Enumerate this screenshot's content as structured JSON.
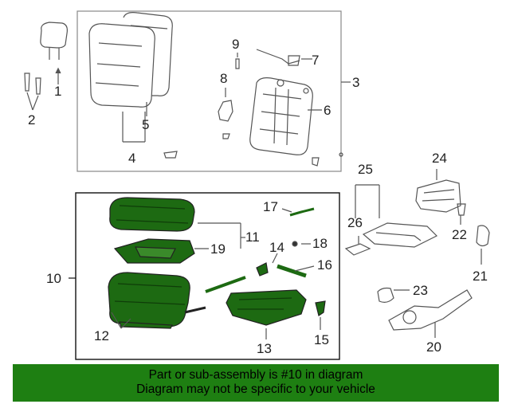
{
  "callouts": {
    "c1": "1",
    "c2": "2",
    "c3": "3",
    "c4": "4",
    "c5": "5",
    "c6": "6",
    "c7": "7",
    "c8": "8",
    "c9": "9",
    "c10": "10",
    "c11": "11",
    "c12": "12",
    "c13": "13",
    "c14": "14",
    "c15": "15",
    "c16": "16",
    "c17": "17",
    "c18": "18",
    "c19": "19",
    "c20": "20",
    "c21": "21",
    "c22": "22",
    "c23": "23",
    "c24": "24",
    "c25": "25",
    "c26": "26"
  },
  "footer": {
    "line1": "Part or sub-assembly is #10 in diagram",
    "line2": "Diagram may not be specific to your vehicle"
  },
  "colors": {
    "highlight_green": "#1e7f12",
    "part_fill_green": "#1d6a12",
    "line": "#555555"
  }
}
